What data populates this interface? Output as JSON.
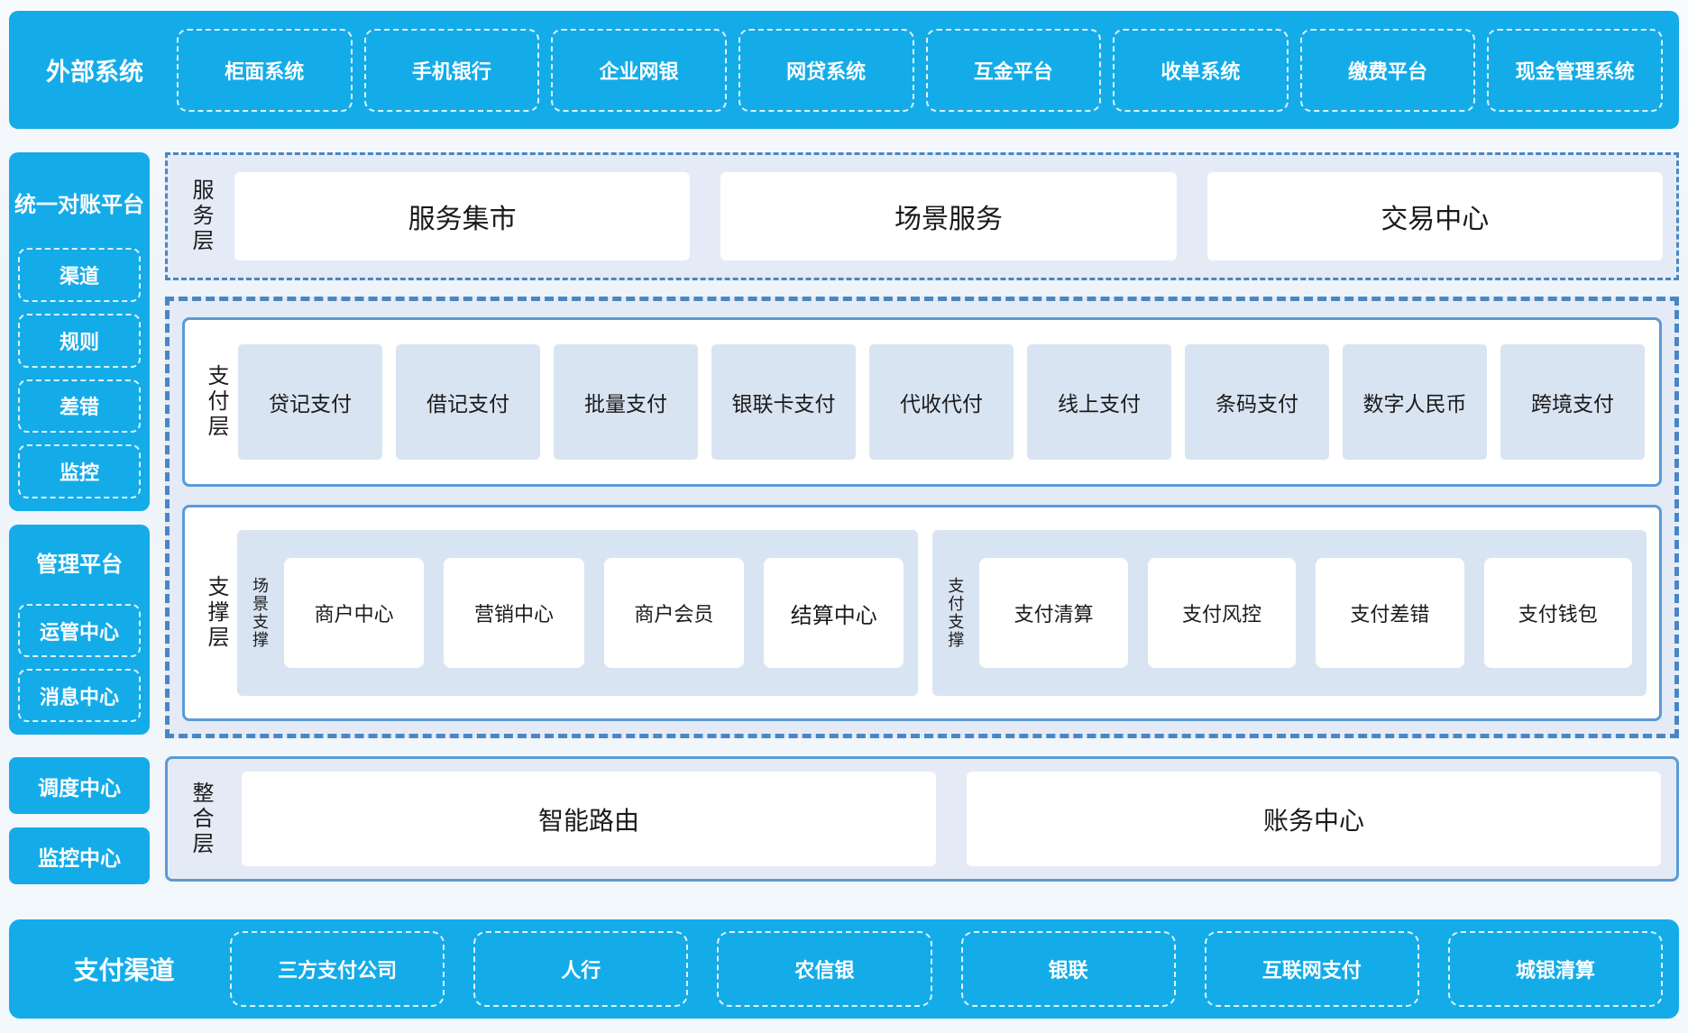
{
  "colors": {
    "brand_cyan": "#14ACE8",
    "layer_background": "#E4EBF6",
    "item_background": "#D9E4F2",
    "solid_border_blue": "#5B9BD5",
    "dashed_border_blue": "#4A86C4"
  },
  "top_bar": {
    "title": "外部系统",
    "items": [
      "柜面系统",
      "手机银行",
      "企业网银",
      "网贷系统",
      "互金平台",
      "收单系统",
      "缴费平台",
      "现金管理系统"
    ]
  },
  "left_column": {
    "panels": [
      {
        "title": "统一对账平台",
        "items": [
          "渠道",
          "规则",
          "差错",
          "监控"
        ]
      },
      {
        "title": "管理平台",
        "items": [
          "运管中心",
          "消息中心"
        ]
      }
    ],
    "boxes": [
      "调度中心",
      "监控中心"
    ]
  },
  "layers": {
    "service": {
      "label": "服务层",
      "items": [
        "服务集市",
        "场景服务",
        "交易中心"
      ]
    },
    "payment": {
      "label": "支付层",
      "items": [
        "贷记支付",
        "借记支付",
        "批量支付",
        "银联卡支付",
        "代收代付",
        "线上支付",
        "条码支付",
        "数字人民币",
        "跨境支付"
      ]
    },
    "support": {
      "label": "支撑层",
      "groups": [
        {
          "label": "场景支撑",
          "items": [
            "商户中心",
            "营销中心",
            "商户会员",
            "结算中心"
          ]
        },
        {
          "label": "支付支撑",
          "items": [
            "支付清算",
            "支付风控",
            "支付差错",
            "支付钱包"
          ]
        }
      ]
    },
    "integration": {
      "label": "整合层",
      "items": [
        "智能路由",
        "账务中心"
      ]
    }
  },
  "bottom_bar": {
    "title": "支付渠道",
    "items": [
      "三方支付公司",
      "人行",
      "农信银",
      "银联",
      "互联网支付",
      "城银清算"
    ]
  }
}
